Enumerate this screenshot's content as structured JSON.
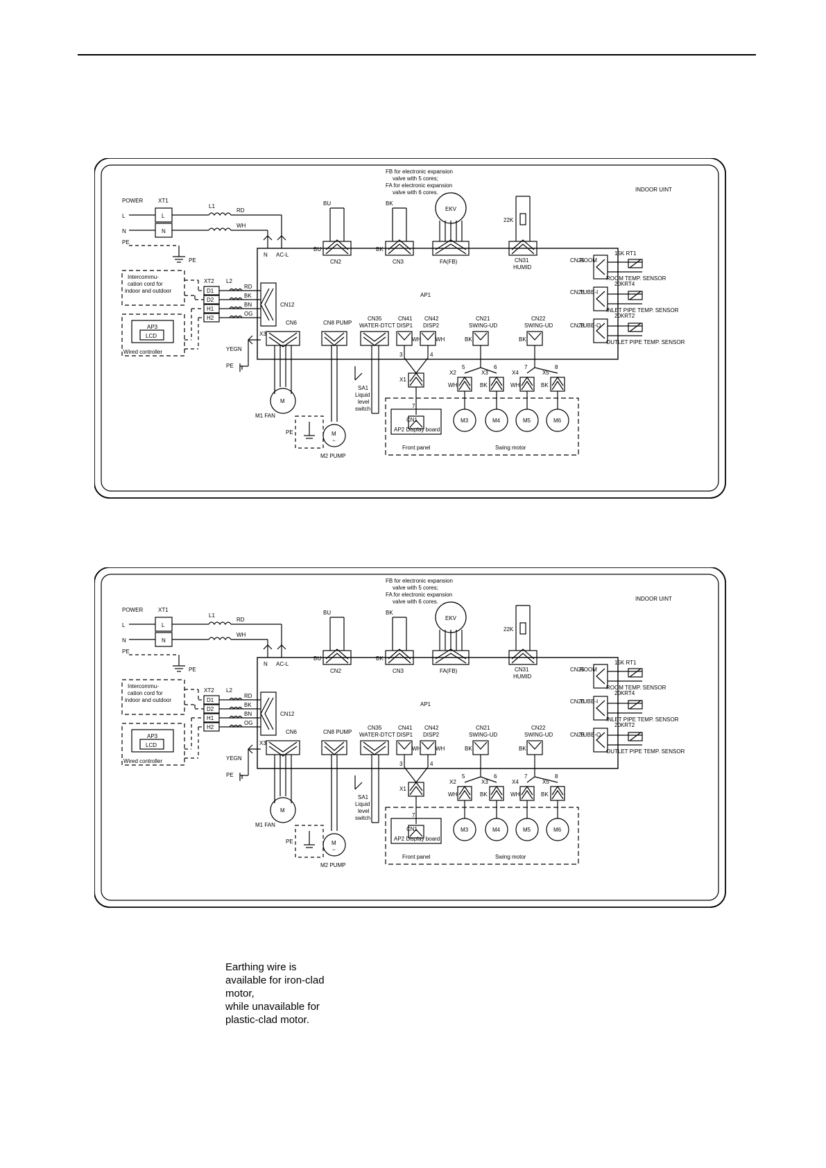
{
  "diagram1": {
    "ekv_note": [
      "FB for electronic expansion",
      "valve with 5 cores;",
      "FA for electronic expansion",
      "valve with 6 cores."
    ],
    "unit_label": "INDOOR UINT",
    "power": "POWER",
    "L": "L",
    "N": "N",
    "PE": "PE",
    "xt1": "XT1",
    "l1": "L1",
    "l2": "L2",
    "xt2": "XT2",
    "rd": "RD",
    "wh": "WH",
    "bk": "BK",
    "bn": "BN",
    "og": "OG",
    "bu": "BU",
    "d1": "D1",
    "d2": "D2",
    "h1": "H1",
    "h2": "H2",
    "n_board": "N",
    "acl": "AC-L",
    "ekv": "EKV",
    "r22k": "22K",
    "cn2": "CN2",
    "cn3": "CN3",
    "fafb": "FA(FB)",
    "cn31": "CN31",
    "humid": "HUMID",
    "ap1": "AP1",
    "cn12": "CN12",
    "x3": "X3",
    "intercom": [
      "Intercommu-",
      "cation cord for",
      "indoor and outdoor"
    ],
    "ap3": "AP3",
    "lcd": "LCD",
    "wired": "Wired controller",
    "yegn": "YEGN",
    "cn6": "CN6",
    "cn8pump": "CN8 PUMP",
    "cn35": "CN35",
    "water_dtct": "WATER-DTCT",
    "cn41": "CN41",
    "disp1": "DISP1",
    "cn42": "CN42",
    "disp2": "DISP2",
    "cn21": "CN21",
    "swing_ud_a": "SWING-UD",
    "cn22": "CN22",
    "swing_ud_b": "SWING-UD",
    "cn25": "CN25",
    "room": "ROOM",
    "cn26": "CN26",
    "tube_i": "TUBE-I",
    "cn28": "CN28",
    "tube_o": "TUBE-O",
    "rt1": "15K RT1",
    "room_sensor": "ROOM TEMP. SENSOR",
    "rt4": "20KRT4",
    "inlet_sensor": "INLET PIPE TEMP. SENSOR",
    "rt2": "20KRT2",
    "outlet_sensor": "OUTLET PIPE TEMP. SENSOR",
    "m": "M",
    "m1fan": "M1 FAN",
    "m2pump": "M2 PUMP",
    "tilde": "~",
    "sa1": "SA1",
    "liquid": [
      "Liquid",
      "level",
      "switch"
    ],
    "x1": "X1",
    "x2": "X2",
    "x3b": "X3",
    "x4": "X4",
    "x5": "X5",
    "n3": "3",
    "n4": "4",
    "n5": "5",
    "n6": "6",
    "n7": "7",
    "n8": "8",
    "cn1": "CN1",
    "display": "AP2 Display board",
    "m3": "M3",
    "m4": "M4",
    "m5": "M5",
    "m6": "M6",
    "front_panel": "Front panel",
    "swing_motor": "Swing motor"
  },
  "diagram2": {
    "ekv_note": [
      "FB for electronic expansion",
      "valve with 5 cores;",
      "FA for electronic expansion",
      "valve with 6 cores."
    ],
    "unit_label": "INDOOR UINT",
    "power": "POWER",
    "L": "L",
    "N": "N",
    "PE": "PE",
    "xt1": "XT1",
    "l1": "L1",
    "l2": "L2",
    "xt2": "XT2",
    "rd": "RD",
    "wh": "WH",
    "bk": "BK",
    "bn": "BN",
    "og": "OG",
    "bu": "BU",
    "d1": "D1",
    "d2": "D2",
    "h1": "H1",
    "h2": "H2",
    "n_board": "N",
    "acl": "AC-L",
    "ekv": "EKV",
    "r22k": "22K",
    "cn2": "CN2",
    "cn3": "CN3",
    "fafb": "FA(FB)",
    "cn31": "CN31",
    "humid": "HUMID",
    "ap1": "AP1",
    "cn12": "CN12",
    "x3": "X3",
    "intercom": [
      "Intercommu-",
      "cation cord for",
      "indoor and outdoor"
    ],
    "ap3": "AP3",
    "lcd": "LCD",
    "wired": "Wired controller",
    "yegn": "YEGN",
    "cn6": "CN6",
    "cn8pump": "CN8 PUMP",
    "cn35": "CN35",
    "water_dtct": "WATER-DTCT",
    "cn41": "CN41",
    "disp1": "DISP1",
    "cn42": "CN42",
    "disp2": "DISP2",
    "cn21": "CN21",
    "swing_ud_a": "SWING-UD",
    "cn22": "CN22",
    "swing_ud_b": "SWING-UD",
    "cn25": "CN25",
    "room": "ROOM",
    "cn26": "CN26",
    "tube_i": "TUBE-I",
    "cn28": "CN28",
    "tube_o": "TUBE-O",
    "rt1": "15K RT1",
    "room_sensor": "ROOM TEMP. SENSOR",
    "rt4": "20KRT4",
    "inlet_sensor": "INLET PIPE TEMP. SENSOR",
    "rt2": "20KRT2",
    "outlet_sensor": "OUTLET PIPE TEMP. SENSOR",
    "m": "M",
    "m1fan": "M1 FAN",
    "m2pump": "M2 PUMP",
    "tilde": "~",
    "sa1": "SA1",
    "liquid": [
      "Liquid",
      "level",
      "switch"
    ],
    "x1": "X1",
    "x2": "X2",
    "x3b": "X3",
    "x4": "X4",
    "x5": "X5",
    "n3": "3",
    "n4": "4",
    "n5": "5",
    "n6": "6",
    "n7": "7",
    "n8": "8",
    "cn1": "CN1",
    "display": "AP2 Display board",
    "m3": "M3",
    "m4": "M4",
    "m5": "M5",
    "m6": "M6",
    "front_panel": "Front panel",
    "swing_motor": "Swing motor",
    "earthing_note": [
      "Earthing wire is",
      "available for iron-clad",
      "motor,",
      "while unavailable for",
      "plastic-clad motor."
    ]
  }
}
